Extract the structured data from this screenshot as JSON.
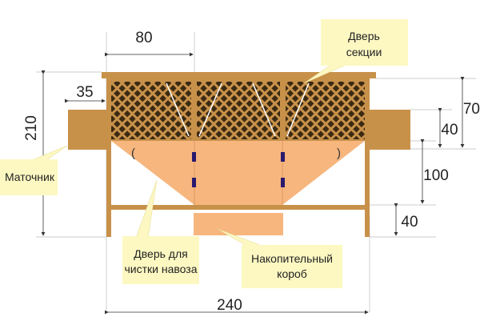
{
  "dimensions": {
    "section_width": "80",
    "queen_cell_width": "35",
    "total_height": "210",
    "lattice_height": "70",
    "queen_cell_height": "40",
    "hopper_height": "100",
    "leg_height": "40",
    "total_width": "240"
  },
  "callouts": {
    "section_door": [
      "Дверь",
      "секции"
    ],
    "queen_cell": "Маточник",
    "manure_door": [
      "Дверь для",
      "чистки навоза"
    ],
    "collection_box": [
      "Накопительный",
      "короб"
    ]
  },
  "colors": {
    "wood": "#c8914a",
    "hopper": "#f6b67e",
    "callout": "#fdf8c2",
    "latch": "#2a1a6e"
  }
}
